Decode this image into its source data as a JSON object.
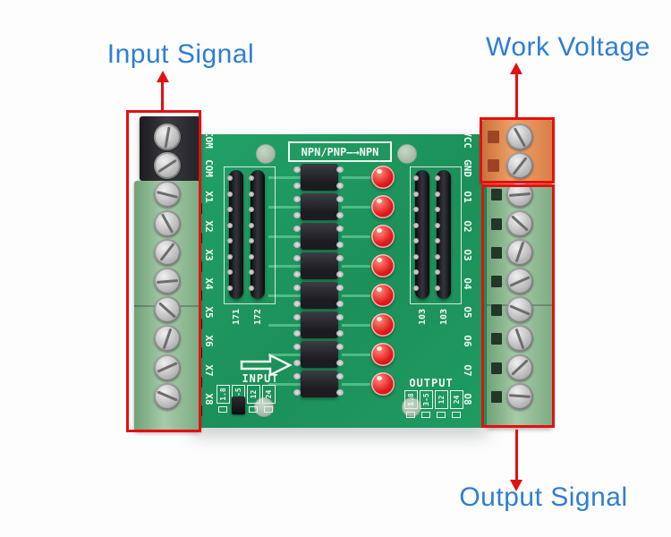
{
  "annotations": {
    "input_signal": "Input Signal",
    "work_voltage": "Work Voltage",
    "output_signal": "Output Signal",
    "label_color": "#2e7ed5",
    "callout_color": "#e60f0f"
  },
  "board": {
    "title": "NPN/PNP—→NPN",
    "input_label": "INPUT",
    "output_label": "OUTPUT",
    "left_pins": [
      "COM",
      "COM",
      "X1",
      "X2",
      "X3",
      "X4",
      "X5",
      "X6",
      "X7",
      "X8"
    ],
    "right_pins": [
      "VCC",
      "GND",
      "O1",
      "O2",
      "O3",
      "O4",
      "O5",
      "O6",
      "O7",
      "O8"
    ],
    "left_header_labels": [
      "171",
      "172"
    ],
    "right_header_labels": [
      "103",
      "103"
    ],
    "input_voltage_options": [
      "1.8",
      "3-5",
      "12",
      "24"
    ],
    "output_voltage_options": [
      "1.8",
      "3-5",
      "12",
      "24"
    ],
    "input_jumper_position": "3-5",
    "channels": 8,
    "colors": {
      "pcb_green": "#1f9b62",
      "trace_green": "#5cc08e",
      "terminal_green": "#a6cba8",
      "terminal_black": "#2e2e33",
      "terminal_orange": "#e08a52",
      "led_red": "#e31c1c",
      "silkscreen_white": "#f2f8f2"
    }
  }
}
